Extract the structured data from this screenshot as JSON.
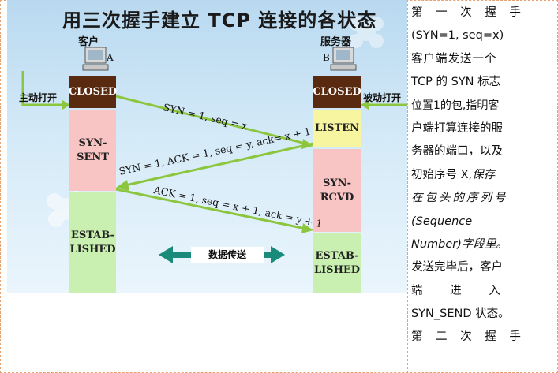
{
  "diagram": {
    "title": "用三次握手建立 TCP 连接的各状态",
    "client": {
      "label": "客户",
      "letter": "A",
      "action": "主动打开"
    },
    "server": {
      "label": "服务器",
      "letter": "B",
      "action": "被动打开"
    },
    "client_states": [
      "CLOSED",
      "SYN-\nSENT",
      "ESTAB-\nLISHED"
    ],
    "server_states": [
      "CLOSED",
      "LISTEN",
      "SYN-\nRCVD",
      "ESTAB-\nLISHED"
    ],
    "messages": [
      "SYN = 1, seq = x",
      "SYN = 1, ACK = 1, seq = y, ack= x + 1",
      "ACK = 1, seq = x + 1, ack = y + 1"
    ],
    "transfer_label": "数据传送",
    "colors": {
      "closed": "#5a2a10",
      "syn_sent": "#f8c4c4",
      "established": "#c9f0b0",
      "listen": "#f7f5a0",
      "arrow": "#8cc63f",
      "transfer_arrow": "#1a8a7a"
    }
  },
  "text_lines": [
    "第 一 次 握 手",
    "(SYN=1, seq=x)",
    "客户端发送一个",
    "TCP 的 SYN 标志",
    "位置1的包,指明客",
    "户端打算连接的服",
    "务器的端口，以及",
    "初始序号 X,",
    "保存",
    "在包头的序列号",
    "(Sequence",
    "Number)字段里。",
    "发送完毕后，客户",
    "端 进 入",
    "SYN_SEND 状态。",
    "第 二 次 握 手"
  ]
}
